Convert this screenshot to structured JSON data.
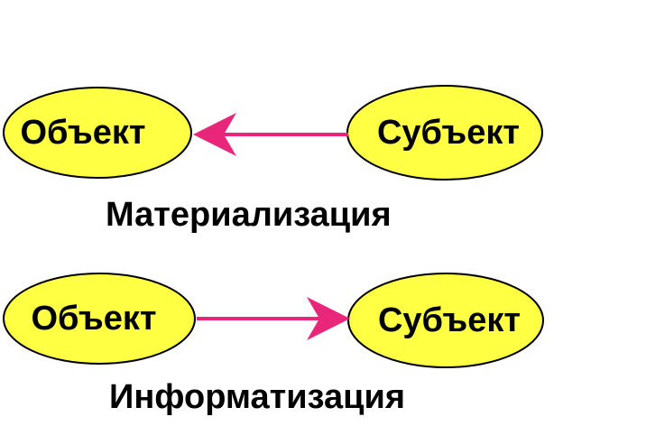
{
  "colors": {
    "node_fill": "#ffff44",
    "node_stroke": "#000000",
    "arrow": "#e8267a",
    "text": "#000000",
    "background": "#ffffff"
  },
  "diagrams": [
    {
      "left_node": "Объект",
      "right_node": "Субъект",
      "arrow_direction": "right-to-left",
      "caption": "Материализация"
    },
    {
      "left_node": "Объект",
      "right_node": "Субъект",
      "arrow_direction": "left-to-right",
      "caption": "Информатизация"
    }
  ]
}
